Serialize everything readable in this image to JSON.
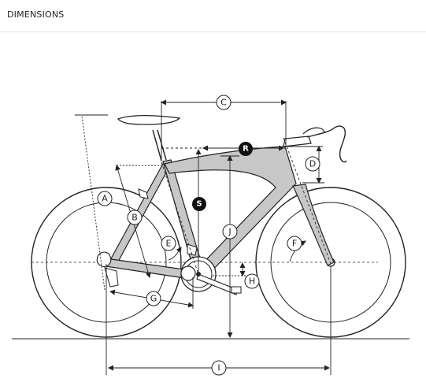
{
  "header": {
    "title": "DIMENSIONS"
  },
  "colors": {
    "frame_fill": "#c7c7c7",
    "line": "#222222",
    "callout_dark": "#111111",
    "divider": "#e6e6e6"
  },
  "labels": {
    "A": "A",
    "B": "B",
    "C": "C",
    "D": "D",
    "E": "E",
    "F": "F",
    "G": "G",
    "H": "H",
    "I": "I",
    "J": "J",
    "R": "R",
    "S": "S"
  }
}
